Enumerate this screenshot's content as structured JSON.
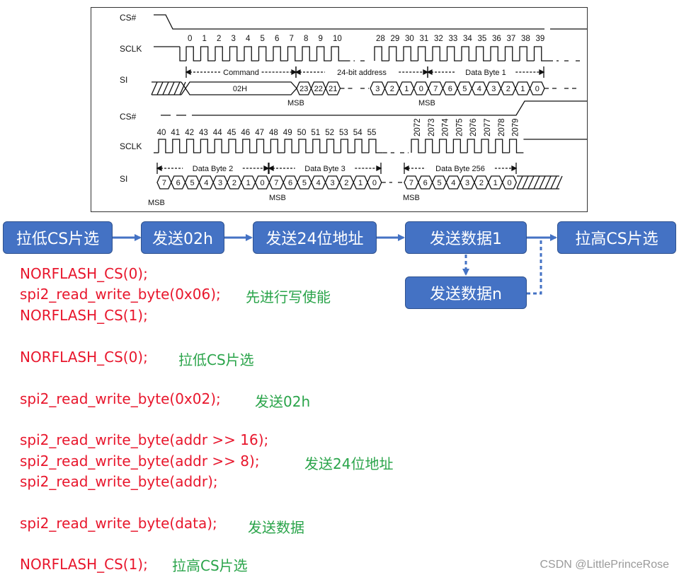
{
  "timing": {
    "row1": {
      "cs_label": "CS#",
      "sclk_label": "SCLK",
      "si_label": "SI",
      "clock_numbers": [
        "0",
        "1",
        "2",
        "3",
        "4",
        "5",
        "6",
        "7",
        "8",
        "9",
        "10",
        "28",
        "29",
        "30",
        "31",
        "32",
        "33",
        "34",
        "35",
        "36",
        "37",
        "38",
        "39"
      ],
      "command_label": "Command",
      "command_value": "02H",
      "address_label": "24-bit address",
      "data_label": "Data Byte 1",
      "address_cells": [
        "23",
        "22",
        "21",
        "3",
        "2",
        "1",
        "0"
      ],
      "data_cells": [
        "7",
        "6",
        "5",
        "4",
        "3",
        "2",
        "1",
        "0"
      ],
      "msb_labels": [
        "MSB",
        "MSB"
      ]
    },
    "row2": {
      "cs_label": "CS#",
      "sclk_label": "SCLK",
      "si_label": "SI",
      "clock_numbers": [
        "40",
        "41",
        "42",
        "43",
        "44",
        "45",
        "46",
        "47",
        "48",
        "49",
        "50",
        "51",
        "52",
        "53",
        "54",
        "55"
      ],
      "clock_numbers_vertical": [
        "2072",
        "2073",
        "2074",
        "2075",
        "2076",
        "2077",
        "2078",
        "2079"
      ],
      "data2_label": "Data Byte 2",
      "data3_label": "Data Byte 3",
      "data256_label": "Data Byte 256",
      "byte_cells": [
        "7",
        "6",
        "5",
        "4",
        "3",
        "2",
        "1",
        "0"
      ],
      "msb_labels": [
        "MSB",
        "MSB",
        "MSB"
      ]
    }
  },
  "flow": {
    "boxes": [
      "拉低CS片选",
      "发送02h",
      "发送24位地址",
      "发送数据1",
      "发送数据n",
      "拉高CS片选"
    ],
    "colors": {
      "box": "#4472c4",
      "arrow": "#4472c4"
    }
  },
  "code": {
    "lines": [
      "NORFLASH_CS(0);",
      "spi2_read_write_byte(0x06);",
      "NORFLASH_CS(1);",
      "NORFLASH_CS(0);",
      "spi2_read_write_byte(0x02);",
      "spi2_read_write_byte(addr >> 16);",
      "spi2_read_write_byte(addr >> 8);",
      "spi2_read_write_byte(addr);",
      "spi2_read_write_byte(data);",
      "NORFLASH_CS(1);"
    ],
    "comments": [
      "先进行写使能",
      "拉低CS片选",
      "发送02h",
      "发送24位地址",
      "发送数据",
      "拉高CS片选"
    ],
    "colors": {
      "code": "#e8162c",
      "comment": "#2aa44a"
    }
  },
  "watermark": "CSDN @LittlePrinceRose"
}
